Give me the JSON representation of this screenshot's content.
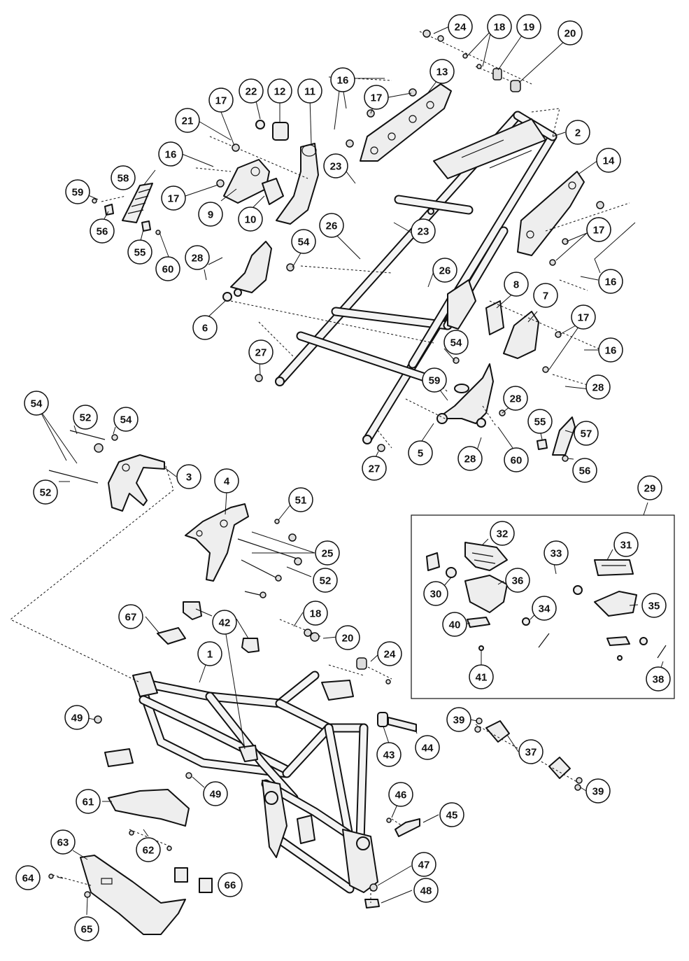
{
  "callouts": [
    {
      "id": "c24a",
      "label": "24"
    },
    {
      "id": "c18a",
      "label": "18"
    },
    {
      "id": "c19",
      "label": "19"
    },
    {
      "id": "c20a",
      "label": "20"
    },
    {
      "id": "c13",
      "label": "13"
    },
    {
      "id": "c16a",
      "label": "16"
    },
    {
      "id": "c17a",
      "label": "17"
    },
    {
      "id": "c22",
      "label": "22"
    },
    {
      "id": "c12",
      "label": "12"
    },
    {
      "id": "c11",
      "label": "11"
    },
    {
      "id": "c17b",
      "label": "17"
    },
    {
      "id": "c21",
      "label": "21"
    },
    {
      "id": "c2",
      "label": "2"
    },
    {
      "id": "c14",
      "label": "14"
    },
    {
      "id": "c16b",
      "label": "16"
    },
    {
      "id": "c17c",
      "label": "17"
    },
    {
      "id": "c58",
      "label": "58"
    },
    {
      "id": "c23a",
      "label": "23"
    },
    {
      "id": "c59a",
      "label": "59"
    },
    {
      "id": "c17d",
      "label": "17"
    },
    {
      "id": "c9",
      "label": "9"
    },
    {
      "id": "c10",
      "label": "10"
    },
    {
      "id": "c56a",
      "label": "56"
    },
    {
      "id": "c26a",
      "label": "26"
    },
    {
      "id": "c23b",
      "label": "23"
    },
    {
      "id": "c17e",
      "label": "17"
    },
    {
      "id": "c55a",
      "label": "55"
    },
    {
      "id": "c54a",
      "label": "54"
    },
    {
      "id": "c60a",
      "label": "60"
    },
    {
      "id": "c28a",
      "label": "28"
    },
    {
      "id": "c26b",
      "label": "26"
    },
    {
      "id": "c16c",
      "label": "16"
    },
    {
      "id": "c8",
      "label": "8"
    },
    {
      "id": "c7",
      "label": "7"
    },
    {
      "id": "c17f",
      "label": "17"
    },
    {
      "id": "c6",
      "label": "6"
    },
    {
      "id": "c16d",
      "label": "16"
    },
    {
      "id": "c54b",
      "label": "54"
    },
    {
      "id": "c27a",
      "label": "27"
    },
    {
      "id": "c59b",
      "label": "59"
    },
    {
      "id": "c28b",
      "label": "28"
    },
    {
      "id": "c28c",
      "label": "28"
    },
    {
      "id": "c54c",
      "label": "54"
    },
    {
      "id": "c52a",
      "label": "52"
    },
    {
      "id": "c54d",
      "label": "54"
    },
    {
      "id": "c55b",
      "label": "55"
    },
    {
      "id": "c57",
      "label": "57"
    },
    {
      "id": "c3",
      "label": "3"
    },
    {
      "id": "c5",
      "label": "5"
    },
    {
      "id": "c28d",
      "label": "28"
    },
    {
      "id": "c60b",
      "label": "60"
    },
    {
      "id": "c27b",
      "label": "27"
    },
    {
      "id": "c56b",
      "label": "56"
    },
    {
      "id": "c52b",
      "label": "52"
    },
    {
      "id": "c4",
      "label": "4"
    },
    {
      "id": "c51",
      "label": "51"
    },
    {
      "id": "c29",
      "label": "29"
    },
    {
      "id": "c32",
      "label": "32"
    },
    {
      "id": "c31",
      "label": "31"
    },
    {
      "id": "c25",
      "label": "25"
    },
    {
      "id": "c33",
      "label": "33"
    },
    {
      "id": "c52c",
      "label": "52"
    },
    {
      "id": "c36",
      "label": "36"
    },
    {
      "id": "c30",
      "label": "30"
    },
    {
      "id": "c35",
      "label": "35"
    },
    {
      "id": "c34",
      "label": "34"
    },
    {
      "id": "c67",
      "label": "67"
    },
    {
      "id": "c42",
      "label": "42"
    },
    {
      "id": "c18b",
      "label": "18"
    },
    {
      "id": "c40",
      "label": "40"
    },
    {
      "id": "c20b",
      "label": "20"
    },
    {
      "id": "c1",
      "label": "1"
    },
    {
      "id": "c24b",
      "label": "24"
    },
    {
      "id": "c41",
      "label": "41"
    },
    {
      "id": "c38",
      "label": "38"
    },
    {
      "id": "c49a",
      "label": "49"
    },
    {
      "id": "c39a",
      "label": "39"
    },
    {
      "id": "c43",
      "label": "43"
    },
    {
      "id": "c44",
      "label": "44"
    },
    {
      "id": "c37",
      "label": "37"
    },
    {
      "id": "c49b",
      "label": "49"
    },
    {
      "id": "c39b",
      "label": "39"
    },
    {
      "id": "c61",
      "label": "61"
    },
    {
      "id": "c46",
      "label": "46"
    },
    {
      "id": "c45",
      "label": "45"
    },
    {
      "id": "c62",
      "label": "62"
    },
    {
      "id": "c63",
      "label": "63"
    },
    {
      "id": "c47",
      "label": "47"
    },
    {
      "id": "c64",
      "label": "64"
    },
    {
      "id": "c66",
      "label": "66"
    },
    {
      "id": "c48",
      "label": "48"
    },
    {
      "id": "c65",
      "label": "65"
    }
  ]
}
